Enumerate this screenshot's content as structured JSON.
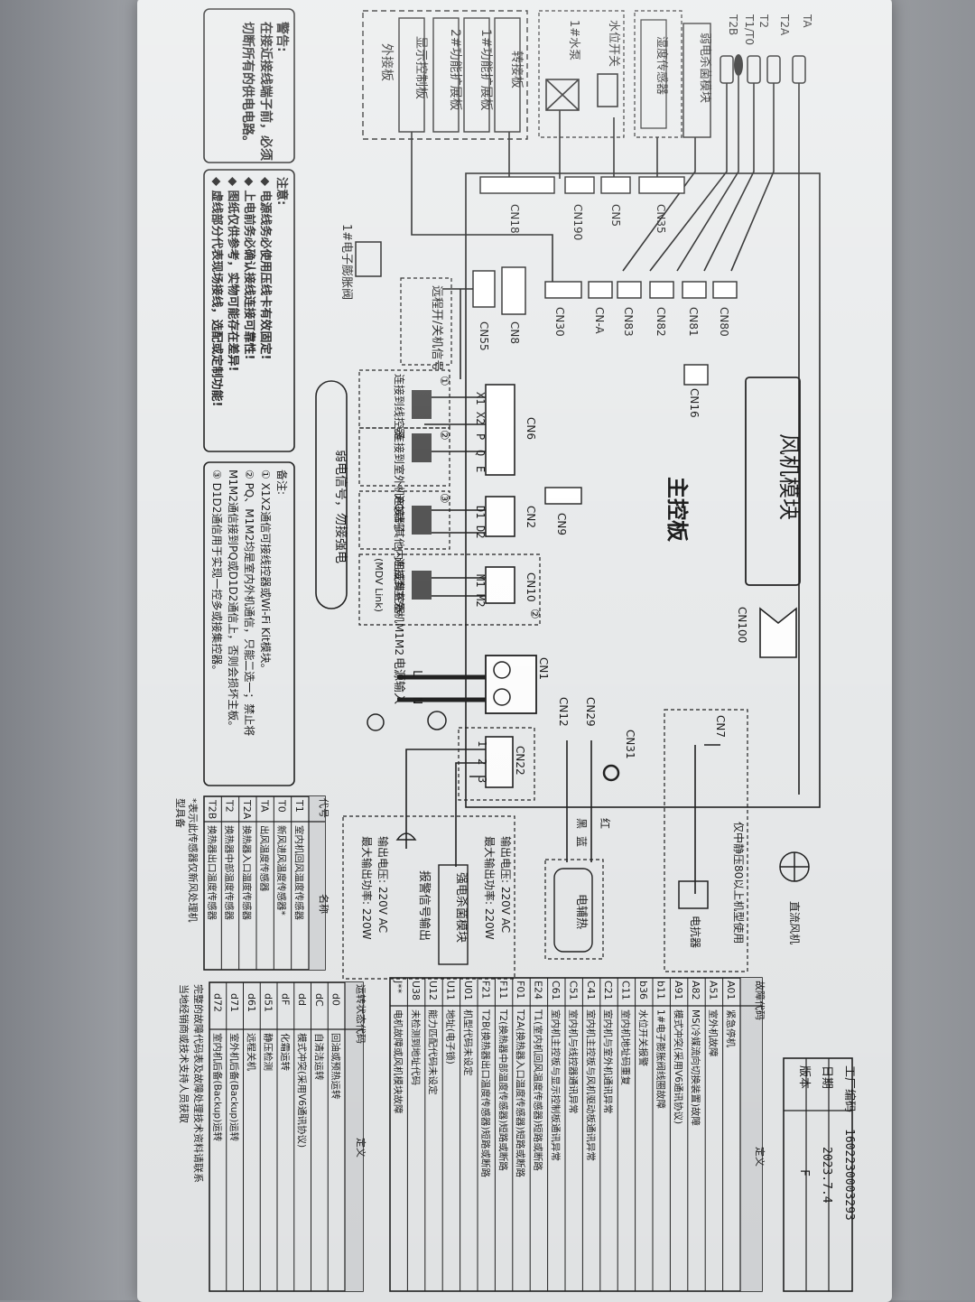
{
  "title_block": {
    "factory_code_label": "工厂编码",
    "factory_code": "1602230003293",
    "date_label": "日期",
    "date": "2023.7.4",
    "version_label": "版本",
    "version": "F"
  },
  "warning": {
    "title": "警告:",
    "line1": "在接近接线端子前，必须",
    "line2": "切断所有的供电电路。"
  },
  "notes": {
    "title": "注意:",
    "items": [
      "◆ 电源线务必使用压线卡有效固定!",
      "◆ 上电前务必确认接线连接可靠性!",
      "◆ 图纸仅供参考，实物可能存在差异!",
      "◆ 虚线部分代表现场接线，选配或定制功能!"
    ]
  },
  "remarks": {
    "title": "备注:",
    "items": [
      "① X1X2通信可接线控器或Wi-Fi Kit模块。",
      "② PQ、M1M2均是室内外机通信，只能二选一；禁止将",
      "    M1M2通信接到PQ或D1D2通信上，否则会损坏主板。",
      "③ D1D2通信用于实现一控多或接集控器。"
    ]
  },
  "external_boards": {
    "outer_label": "外接板",
    "display": "显示控制板",
    "ext1": "1#功能扩展板",
    "ext2": "2#功能扩展板",
    "wiring": "转接板"
  },
  "top_devices": {
    "pump": "1#水泵",
    "water_switch": "水位开关",
    "humidity": "湿度传感器",
    "sterilizer": "弱电杀菌模块",
    "sensors": [
      "TA",
      "T2A",
      "T2",
      "T1/T0",
      "T2B"
    ]
  },
  "connectors": {
    "cn18": "CN18",
    "cn190": "CN190",
    "cn5": "CN5",
    "cn35": "CN35",
    "cn30": "CN30",
    "cna": "CN-A",
    "cn83": "CN83",
    "cn82": "CN82",
    "cn81": "CN81",
    "cn80": "CN80",
    "cn8": "CN8",
    "cn55": "CN55",
    "cn16": "CN16",
    "cn6": "CN6",
    "cn2": "CN2",
    "cn9": "CN9",
    "cn10": "CN10",
    "cn100": "CN100",
    "cn1": "CN1",
    "cn22": "CN22",
    "cn12": "CN12",
    "cn29": "CN29",
    "cn31": "CN31",
    "cn7": "CN7"
  },
  "main_board": {
    "main_label": "主控板",
    "fan_module": "风机模块",
    "exp_valve": "1#电子膨胀阀",
    "remote": "远程开/关机信号",
    "weak_signal": "弱电信号，勿接强电"
  },
  "comm_terminals": {
    "cn6_pins": [
      "X1",
      "X2",
      "P",
      "Q",
      "E"
    ],
    "cn2_pins": [
      "D1",
      "D2"
    ],
    "cn10_pins": [
      "M1",
      "M2"
    ],
    "to_wired": "连接到线控器",
    "to_outdoor_pq": "连接到室外机PQ端子",
    "to_indoor": "连接到其他内机或集控器",
    "to_outdoor_m": "连接到室外机M1M2",
    "mdv_link": "(MDV Link)",
    "marks": [
      "①",
      "②",
      "③",
      "②"
    ]
  },
  "power": {
    "l": "L",
    "n": "N",
    "power_in": "电源输入",
    "cn22_pins": [
      "1",
      "2",
      "3"
    ],
    "alarm_out": "报警信号输出",
    "alarm_spec1": "输出电压: 220V AC",
    "alarm_spec2": "最大输出功率: 220W",
    "sterilizer_strong": "强电杀菌模块",
    "sterilizer_spec1": "输出电压: 220V AC",
    "sterilizer_spec2": "最大输出功率: 220W",
    "heater": "电辅热",
    "black": "黑",
    "blue": "蓝",
    "red": "红"
  },
  "fan": {
    "dc_fan": "直流风机",
    "reactor": "电抗器",
    "static_note": "仅中静压80以上机型使用"
  },
  "sensor_table": {
    "headers": [
      "代号",
      "名称"
    ],
    "rows": [
      [
        "T1",
        "室内机回风温度传感器"
      ],
      [
        "T0",
        "新风进风温度传感器*"
      ],
      [
        "TA",
        "出风温度传感器"
      ],
      [
        "T2A",
        "换热器入口温度传感器"
      ],
      [
        "T2",
        "换热器中部温度传感器"
      ],
      [
        "T2B",
        "换热器出口温度传感器"
      ]
    ],
    "footnote1": "*表示此传感器仅新风处理机",
    "footnote2": "型具备"
  },
  "fault_table": {
    "headers": [
      "故障代码",
      "定义"
    ],
    "rows": [
      [
        "A01",
        "紧急停机"
      ],
      [
        "A51",
        "室外机故障"
      ],
      [
        "A82",
        "MS(冷媒流向切换装置)故障"
      ],
      [
        "A91",
        "模式冲突(采用V6通讯协议)"
      ],
      [
        "b11",
        "1#电子膨胀阀线圈故障"
      ],
      [
        "b36",
        "水位开关报警"
      ],
      [
        "C11",
        "室内机地址码重复"
      ],
      [
        "C21",
        "室内机与室外机通讯异常"
      ],
      [
        "C41",
        "室内机主控板与风机驱动板通讯异常"
      ],
      [
        "C51",
        "室内机与线控器通讯异常"
      ],
      [
        "C61",
        "室内机主控板与显示控制板通讯异常"
      ],
      [
        "E24",
        "T1(室内机回风温度传感器)短路或断路"
      ],
      [
        "F01",
        "T2A(换热器入口温度传感器)短路或断路"
      ],
      [
        "F11",
        "T2(换热器中部温度传感器)短路或断路"
      ],
      [
        "F21",
        "T2B(换热器出口温度传感器)短路或断路"
      ],
      [
        "U01",
        "机型代码未设定"
      ],
      [
        "U11",
        "地址(电子锁)"
      ],
      [
        "U12",
        "能力匹配代码未设定"
      ],
      [
        "U38",
        "未检测到地址代码"
      ],
      [
        "J**",
        "电机故障或风机模块故障"
      ]
    ]
  },
  "status_table": {
    "headers": [
      "运转状态代码",
      "定义"
    ],
    "rows": [
      [
        "d0",
        "回油或预热运转"
      ],
      [
        "dC",
        "自清洁运转"
      ],
      [
        "dd",
        "模式冲突(采用V6通讯协议)"
      ],
      [
        "dF",
        "化霜运转"
      ],
      [
        "d51",
        "静压检测"
      ],
      [
        "d61",
        "远程关机"
      ],
      [
        "d71",
        "室外机后备(Backup)运转"
      ],
      [
        "d72",
        "室内机后备(Backup)运转"
      ]
    ],
    "footnote1": "完整的故障代码表及故障处理技术资料请联系",
    "footnote2": "当地经销商或技术支持人员获取"
  }
}
